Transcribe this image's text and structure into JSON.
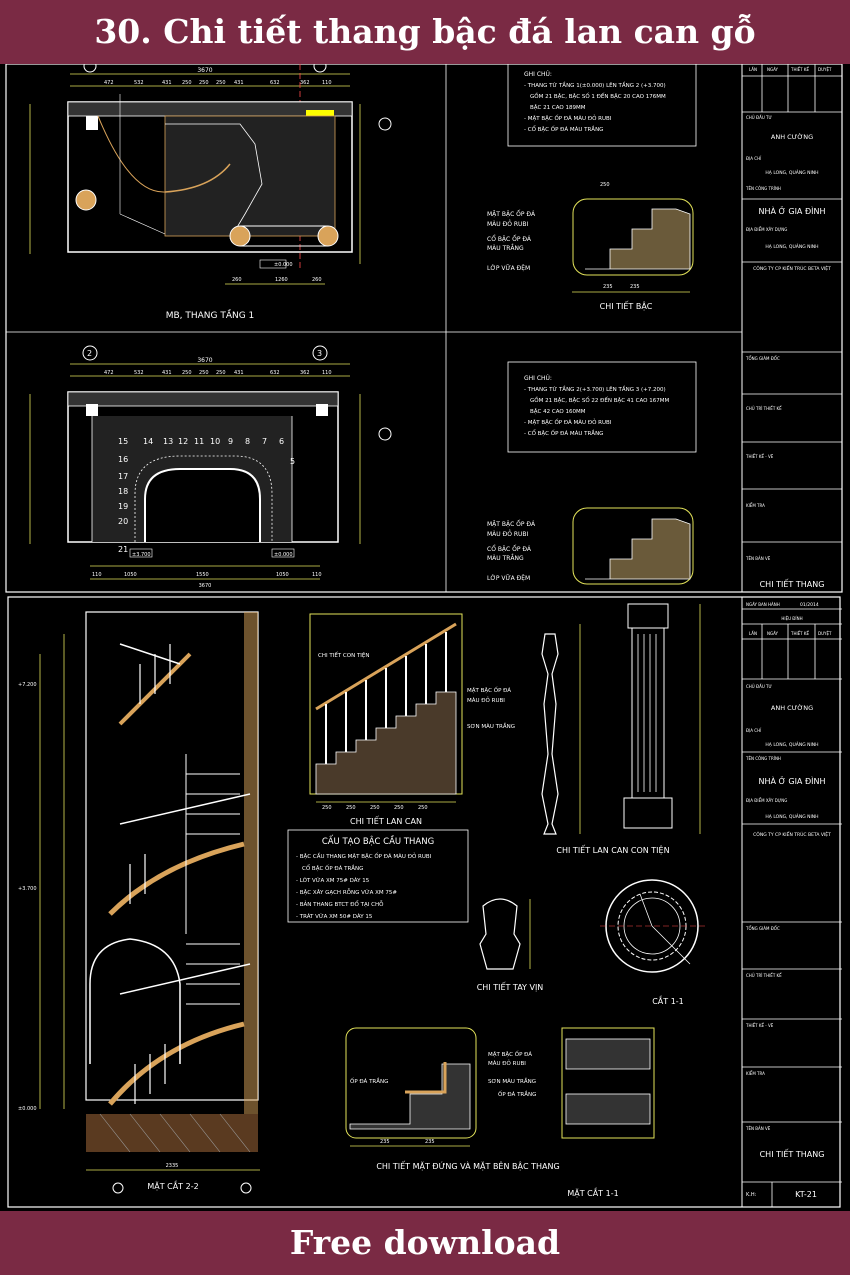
{
  "header": {
    "title": "30. Chi tiết thang bậc đá lan can gỗ"
  },
  "footer": {
    "label": "Free download"
  },
  "drawing": {
    "plan1": {
      "title": "MB, THANG TẦNG 1",
      "top_dims": [
        "472",
        "532",
        "431",
        "250",
        "250",
        "250",
        "431",
        "632",
        "362",
        "110"
      ],
      "total": "3670",
      "level": "±0.000",
      "bottom_dims": [
        "260",
        "1260",
        "260"
      ]
    },
    "plan2": {
      "grid_left": "2",
      "grid_right": "3",
      "top_dims": [
        "472",
        "532",
        "431",
        "250",
        "250",
        "250",
        "431",
        "632",
        "362",
        "110"
      ],
      "total": "3670",
      "steps": [
        "15",
        "14",
        "13",
        "12",
        "11",
        "10",
        "9",
        "8",
        "7",
        "6",
        "5"
      ],
      "left_steps": [
        "16",
        "17",
        "18",
        "19",
        "20",
        "21"
      ],
      "level_left": "±3.700",
      "level_right": "±0.000",
      "bottom_dims": [
        "110",
        "1050",
        "1550",
        "1050",
        "110"
      ],
      "total_bottom": "3670"
    },
    "note1": {
      "heading": "GHI CHÚ:",
      "lines": [
        "- THANG TỪ TẦNG 1(±0.000) LÊN TẦNG 2 (+3.700)",
        "GỒM 21 BẬC, BẬC SỐ 1 ĐẾN BẬC 20 CAO 176MM",
        "BẬC 21 CAO 189MM",
        "- MẶT BẬC ỐP ĐÁ MÀU ĐỎ RUBI",
        "- CỔ BẬC ỐP ĐÁ MÀU TRẮNG"
      ]
    },
    "note2": {
      "heading": "GHI CHÚ:",
      "lines": [
        "- THANG TỪ TẦNG 2(+3.700) LÊN TẦNG 3 (+7.200)",
        "GỒM 21 BẬC, BẬC SỐ 22 ĐẾN BẬC 41 CAO 167MM",
        "BẬC 42 CAO 160MM",
        "- MẶT BẬC ỐP ĐÁ MÀU ĐỎ RUBI",
        "- CỔ BẬC ỐP ĐÁ MÀU TRẮNG"
      ]
    },
    "step_detail": {
      "title": "CHI TIẾT BẬC",
      "label_tread": "MẶT BẬC ỐP ĐÁ",
      "label_tread2": "MÀU ĐỎ RUBI",
      "label_riser": "CỔ BẬC ỐP ĐÁ",
      "label_riser2": "MÀU TRẮNG",
      "label_mortar": "LỚP VỮA ĐỆM",
      "dim_top": "250",
      "dims_bottom": [
        "235",
        "235"
      ]
    },
    "railing": {
      "title": "CHI TIẾT LAN CAN",
      "label_baluster": "CHI TIẾT CON TIỆN",
      "label_tread": "MẶT BẬC ỐP ĐÁ",
      "label_tread2": "MÀU ĐỎ RUBI",
      "label_paint": "SƠN MÀU TRẮNG",
      "dims": [
        "250",
        "250",
        "250",
        "250",
        "250"
      ]
    },
    "structure": {
      "title": "CẤU TẠO BẬC CẦU THANG",
      "lines": [
        "- BẬC CẦU THANG MẶT BẬC ỐP ĐÁ MÀU ĐỎ RUBI",
        "CỔ BẬC ỐP ĐÁ TRẮNG",
        "- LÓT VỮA XM 75# DÀY 15",
        "- BẬC XÂY GẠCH RỖNG VỮA XM 75#",
        "- BẢN THANG BTCT ĐỔ TẠI CHỖ",
        "- TRÁT VỮA XM 50# DÀY 15"
      ]
    },
    "baluster_detail": {
      "title": "CHI TIẾT LAN CAN CON TIỆN"
    },
    "handrail": {
      "title": "CHI TIẾT TAY VỊN"
    },
    "section11": {
      "title": "CẮT 1-1"
    },
    "section22": {
      "title": "MẶT CẮT 2-2",
      "levels": [
        "+7.200",
        "+3.700",
        "±0.000"
      ],
      "bottom_dim": "2335"
    },
    "step_elevation": {
      "title": "CHI TIẾT MẶT ĐỨNG VÀ MẶT BÊN BẬC THANG",
      "label_tread": "MẶT BẬC ỐP ĐÁ",
      "label_tread2": "MÀU ĐỎ RUBI",
      "label_white": "ỐP ĐÁ TRẮNG",
      "label_paint": "SƠN MÀU TRẮNG",
      "label_white2": "ỐP ĐÁ TRẮNG",
      "dims": [
        "235",
        "235"
      ]
    },
    "section11b": {
      "title": "MẶT CẮT 1-1"
    }
  },
  "title_block_top": {
    "cols": [
      "LẦN",
      "NGÀY",
      "THIẾT KẾ",
      "DUYỆT"
    ],
    "owner_label": "CHỦ ĐẦU TƯ",
    "owner": "ANH CƯỜNG",
    "address_label": "ĐỊA CHỈ",
    "address": "HẠ LONG, QUẢNG NINH",
    "project_label": "TÊN CÔNG TRÌNH",
    "project": "NHÀ Ở GIA ĐÌNH",
    "site_label": "ĐỊA ĐIỂM XÂY DỰNG",
    "site": "HẠ LONG, QUẢNG NINH",
    "company": "CÔNG TY CP KIẾN TRÚC BETA VIỆT",
    "director": "TỔNG GIÁM ĐỐC",
    "design_lead": "CHỦ TRÌ THIẾT KẾ",
    "designer": "THIẾT KẾ - VẼ",
    "checker": "KIỂM TRA",
    "sheet_label": "TÊN BẢN VẼ",
    "sheet": "CHI TIẾT THANG"
  },
  "title_block_bottom": {
    "date_label": "NGÀY BAN HÀNH",
    "date": "01/2014",
    "revision": "HIỆU ĐÍNH",
    "cols": [
      "LẦN",
      "NGÀY",
      "THIẾT KẾ",
      "DUYỆT"
    ],
    "owner_label": "CHỦ ĐẦU TƯ",
    "owner": "ANH CƯỜNG",
    "address_label": "ĐỊA CHỈ",
    "address": "HẠ LONG, QUẢNG NINH",
    "project_label": "TÊN CÔNG TRÌNH",
    "project": "NHÀ Ở GIA ĐÌNH",
    "site_label": "ĐỊA ĐIỂM XÂY DỰNG",
    "site": "HẠ LONG, QUẢNG NINH",
    "company": "CÔNG TY CP KIẾN TRÚC BETA VIỆT",
    "director": "TỔNG GIÁM ĐỐC",
    "design_lead": "CHỦ TRÌ THIẾT KẾ",
    "designer": "THIẾT KẾ - VẼ",
    "checker": "KIỂM TRA",
    "sheet_label": "TÊN BẢN VẼ",
    "sheet": "CHI TIẾT THANG",
    "code_label": "K.H:",
    "code": "KT-21"
  },
  "colors": {
    "banner": "#7a2a44",
    "frame": "#ffffff",
    "dim": "#e3e35a",
    "axis": "#ff4a4a",
    "stone": "#d9a35a",
    "wall": "#e8e8e8",
    "highlight": "#ffff00"
  }
}
